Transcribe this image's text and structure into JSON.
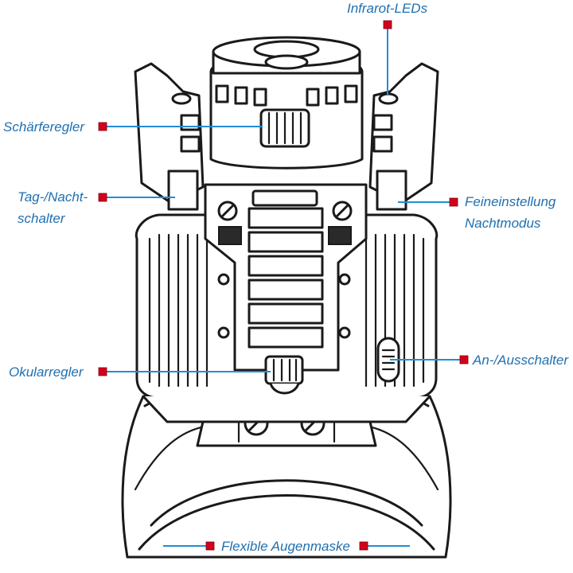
{
  "labels": {
    "infrared_leds": "Infrarot-LEDs",
    "focus_control": "Schärferegler",
    "day_night_switch_line1": "Tag-/Nacht-",
    "day_night_switch_line2": "schalter",
    "night_mode_fine_tuning_line1": "Feineinstellung",
    "night_mode_fine_tuning_line2": "Nachtmodus",
    "eyepiece_control": "Okularregler",
    "power_switch": "An-/Ausschalter",
    "flexible_eye_mask": "Flexible Augenmaske"
  },
  "colors": {
    "label_text": "#1f6fb0",
    "leader_line": "#1f8fd6",
    "marker": "#d4001a",
    "outline": "#1a1a1a"
  }
}
